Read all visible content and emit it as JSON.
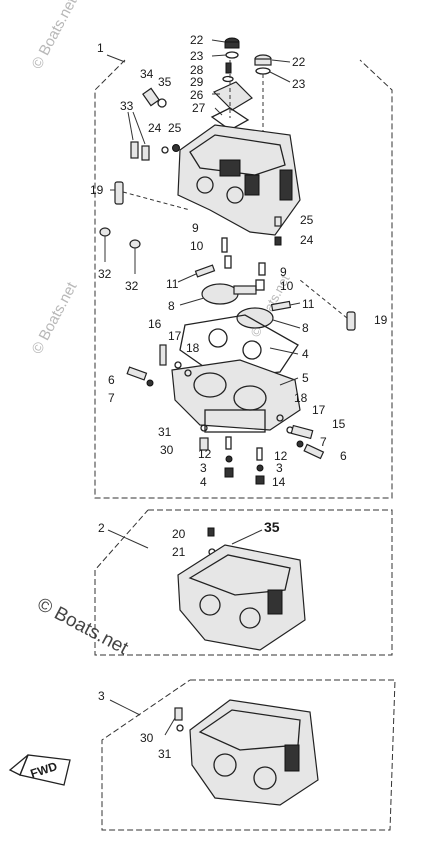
{
  "watermarks": [
    "© Boats.net",
    "© Boats.net",
    "© Boats.net",
    "© Boats.net"
  ],
  "fwd_label": "FWD",
  "labels": [
    {
      "id": "l1",
      "text": "1"
    },
    {
      "id": "l22a",
      "text": "22"
    },
    {
      "id": "l23a",
      "text": "23"
    },
    {
      "id": "l28",
      "text": "28"
    },
    {
      "id": "l29",
      "text": "29"
    },
    {
      "id": "l26",
      "text": "26"
    },
    {
      "id": "l27",
      "text": "27"
    },
    {
      "id": "l22b",
      "text": "22"
    },
    {
      "id": "l23b",
      "text": "23"
    },
    {
      "id": "l34",
      "text": "34"
    },
    {
      "id": "l35a",
      "text": "35"
    },
    {
      "id": "l33",
      "text": "33"
    },
    {
      "id": "l24a",
      "text": "24"
    },
    {
      "id": "l25a",
      "text": "25"
    },
    {
      "id": "l19a",
      "text": "19"
    },
    {
      "id": "l9a",
      "text": "9"
    },
    {
      "id": "l25b",
      "text": "25"
    },
    {
      "id": "l24b",
      "text": "24"
    },
    {
      "id": "l10a",
      "text": "10"
    },
    {
      "id": "l32a",
      "text": "32"
    },
    {
      "id": "l32b",
      "text": "32"
    },
    {
      "id": "l11a",
      "text": "11"
    },
    {
      "id": "l9b",
      "text": "9"
    },
    {
      "id": "l10b",
      "text": "10"
    },
    {
      "id": "l8a",
      "text": "8"
    },
    {
      "id": "l11b",
      "text": "11"
    },
    {
      "id": "l19b",
      "text": "19"
    },
    {
      "id": "l8b",
      "text": "8"
    },
    {
      "id": "l16",
      "text": "16"
    },
    {
      "id": "l17a",
      "text": "17"
    },
    {
      "id": "l18a",
      "text": "18"
    },
    {
      "id": "l4",
      "text": "4"
    },
    {
      "id": "l6a",
      "text": "6"
    },
    {
      "id": "l7a",
      "text": "7"
    },
    {
      "id": "l5",
      "text": "5"
    },
    {
      "id": "l18b",
      "text": "18"
    },
    {
      "id": "l17b",
      "text": "17"
    },
    {
      "id": "l15",
      "text": "15"
    },
    {
      "id": "l31a",
      "text": "31"
    },
    {
      "id": "l7b",
      "text": "7"
    },
    {
      "id": "l30a",
      "text": "30"
    },
    {
      "id": "l12a",
      "text": "12"
    },
    {
      "id": "l6b",
      "text": "6"
    },
    {
      "id": "l3a",
      "text": "3"
    },
    {
      "id": "l12b",
      "text": "12"
    },
    {
      "id": "l4a",
      "text": "4"
    },
    {
      "id": "l3b",
      "text": "3"
    },
    {
      "id": "l14",
      "text": "14"
    },
    {
      "id": "l2",
      "text": "2"
    },
    {
      "id": "l20",
      "text": "20"
    },
    {
      "id": "l35b",
      "text": "35"
    },
    {
      "id": "l21",
      "text": "21"
    },
    {
      "id": "l3c",
      "text": "3"
    },
    {
      "id": "l30b",
      "text": "30"
    },
    {
      "id": "l31b",
      "text": "31"
    }
  ]
}
